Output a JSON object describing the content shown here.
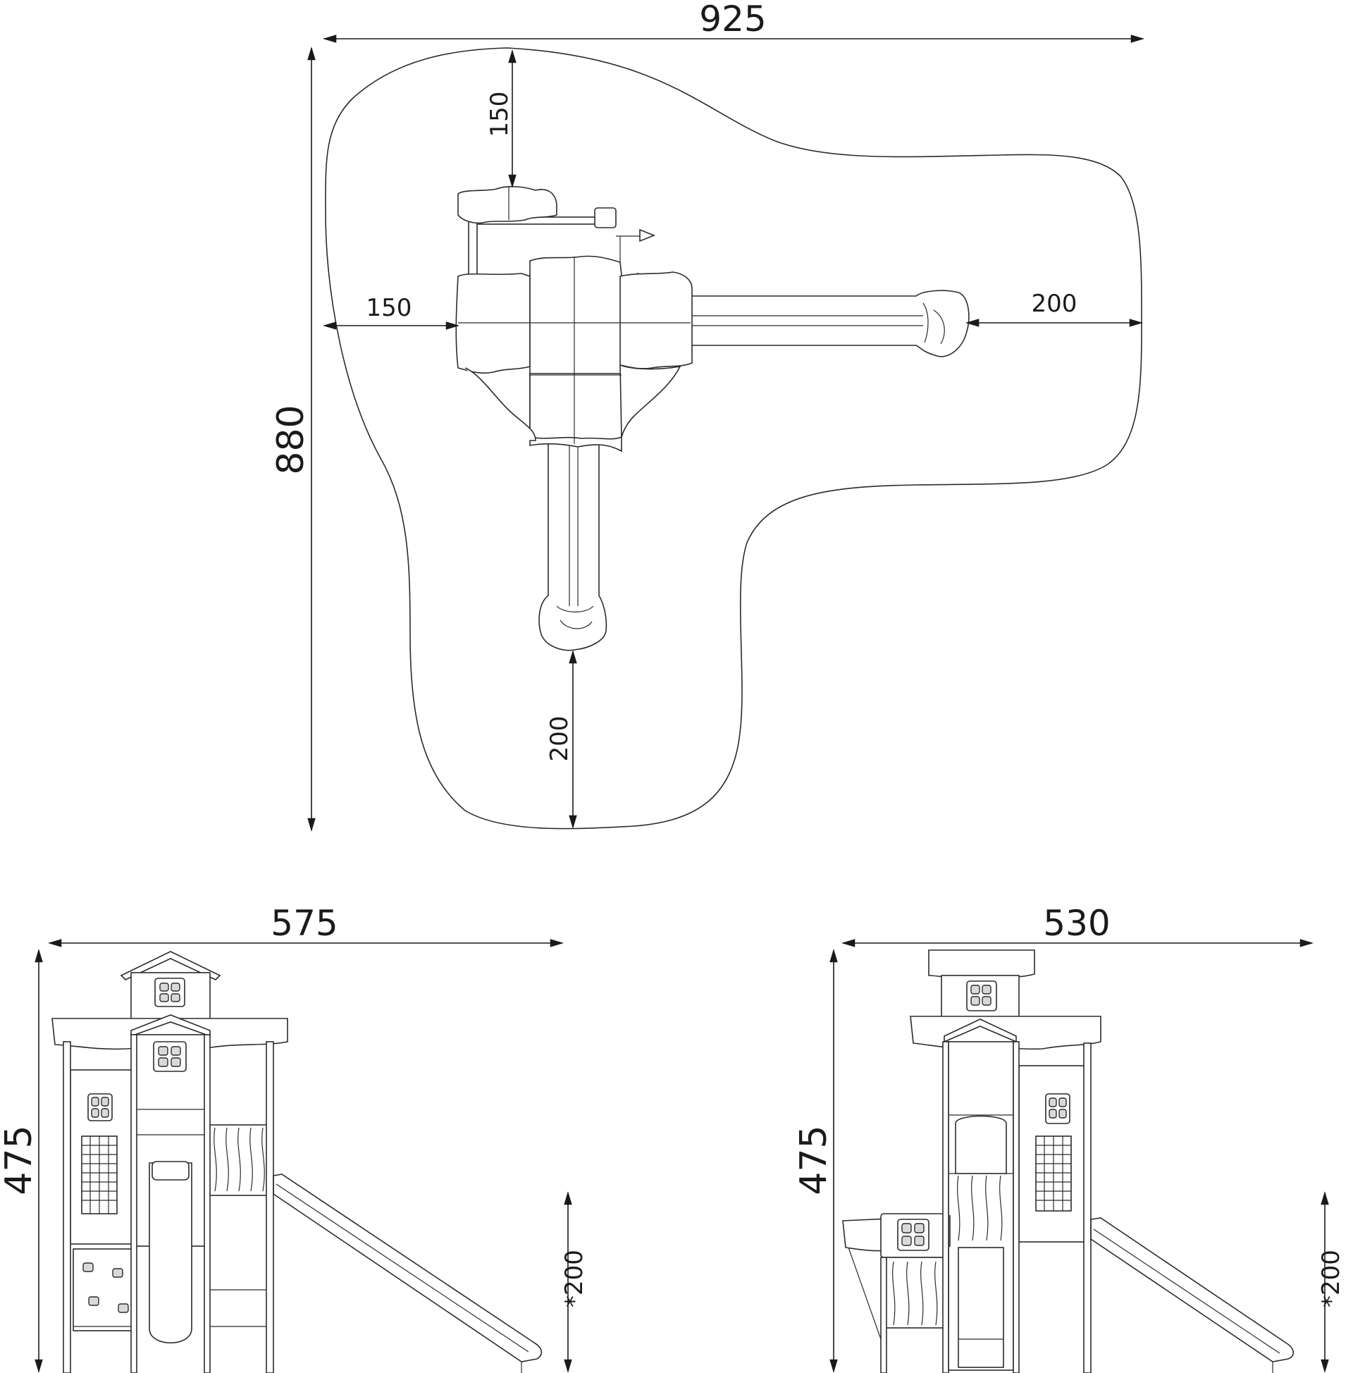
{
  "plan_view": {
    "dimensions": {
      "overall_width": "925",
      "overall_depth": "880",
      "top_clearance": "150",
      "left_clearance": "150",
      "right_clearance": "200",
      "bottom_clearance": "200"
    }
  },
  "front_view": {
    "dimensions": {
      "width": "575",
      "height": "475",
      "slide_height": "*200"
    }
  },
  "side_view": {
    "dimensions": {
      "width": "530",
      "height": "475",
      "slide_height": "*200"
    }
  },
  "colors": {
    "line": "#2b2b2b",
    "background": "#ffffff"
  }
}
